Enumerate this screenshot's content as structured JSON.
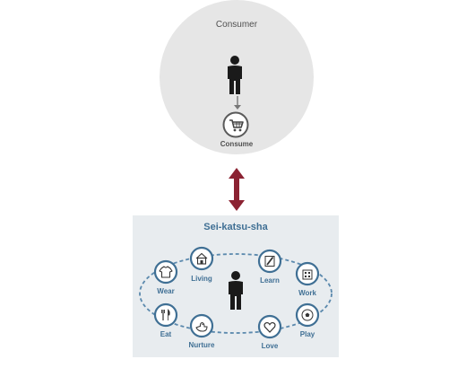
{
  "consumer": {
    "title": "Consumer",
    "action_label": "Consume",
    "icons": [
      "person-icon",
      "arrow-down-icon",
      "shopping-cart-icon"
    ]
  },
  "connector": {
    "icon": "double-arrow-icon",
    "color": "#8b2232"
  },
  "seikatsusha": {
    "title": "Sei-katsu-sha",
    "accent": "#3f6f94",
    "nodes": [
      {
        "label": "Wear",
        "icon": "tshirt-icon"
      },
      {
        "label": "Living",
        "icon": "house-icon"
      },
      {
        "label": "Learn",
        "icon": "pencil-icon"
      },
      {
        "label": "Work",
        "icon": "building-icon"
      },
      {
        "label": "Eat",
        "icon": "fork-knife-icon"
      },
      {
        "label": "Nurture",
        "icon": "duck-icon"
      },
      {
        "label": "Love",
        "icon": "heart-icon"
      },
      {
        "label": "Play",
        "icon": "ball-icon"
      }
    ]
  }
}
